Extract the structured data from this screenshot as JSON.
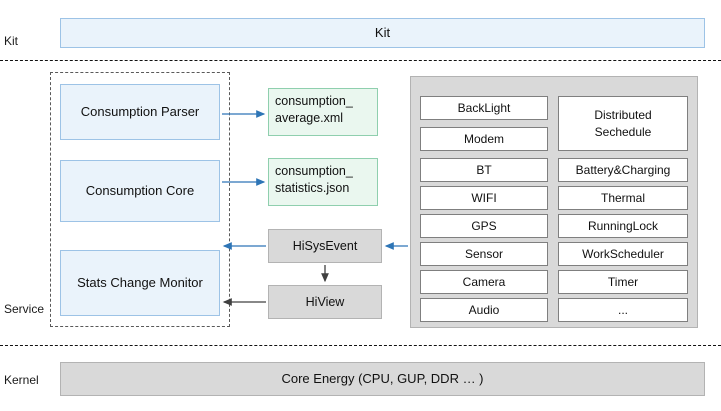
{
  "layers": [
    {
      "label": "Kit"
    },
    {
      "label": "Service"
    },
    {
      "label": "Kernel"
    }
  ],
  "kit": {
    "title": "Kit"
  },
  "service": {
    "left_modules": [
      {
        "label": "Consumption Parser"
      },
      {
        "label": "Consumption Core"
      },
      {
        "label": "Stats Change Monitor"
      }
    ],
    "files": [
      {
        "line1": "consumption_",
        "line2": "average.xml"
      },
      {
        "line1": "consumption_",
        "line2": "statistics.json"
      }
    ],
    "event_modules": [
      {
        "label": "HiSysEvent"
      },
      {
        "label": "HiView"
      }
    ],
    "consumers_left": [
      {
        "label": "BackLight"
      },
      {
        "label": "Modem"
      },
      {
        "label": "BT"
      },
      {
        "label": "WIFI"
      },
      {
        "label": "GPS"
      },
      {
        "label": "Sensor"
      },
      {
        "label": "Camera"
      },
      {
        "label": "Audio"
      }
    ],
    "consumers_right": [
      {
        "line1": "Distributed",
        "line2": "Sechedule"
      },
      {
        "line1": "Battery&Charging",
        "line2": ""
      },
      {
        "line1": "Thermal",
        "line2": ""
      },
      {
        "line1": "RunningLock",
        "line2": ""
      },
      {
        "line1": "WorkScheduler",
        "line2": ""
      },
      {
        "line1": "Timer",
        "line2": ""
      },
      {
        "line1": "...",
        "line2": ""
      }
    ]
  },
  "kernel": {
    "title": "Core Energy (CPU, GUP, DDR … )"
  },
  "colors": {
    "blue_fill": "#eaf3fb",
    "blue_border": "#9dc3e6",
    "green_fill": "#eaf7ef",
    "green_border": "#8fcfae",
    "grey_fill": "#d9d9d9",
    "grey_border": "#b3b3b3",
    "arrow": "#2e75b6",
    "arrow_dark": "#404040"
  }
}
